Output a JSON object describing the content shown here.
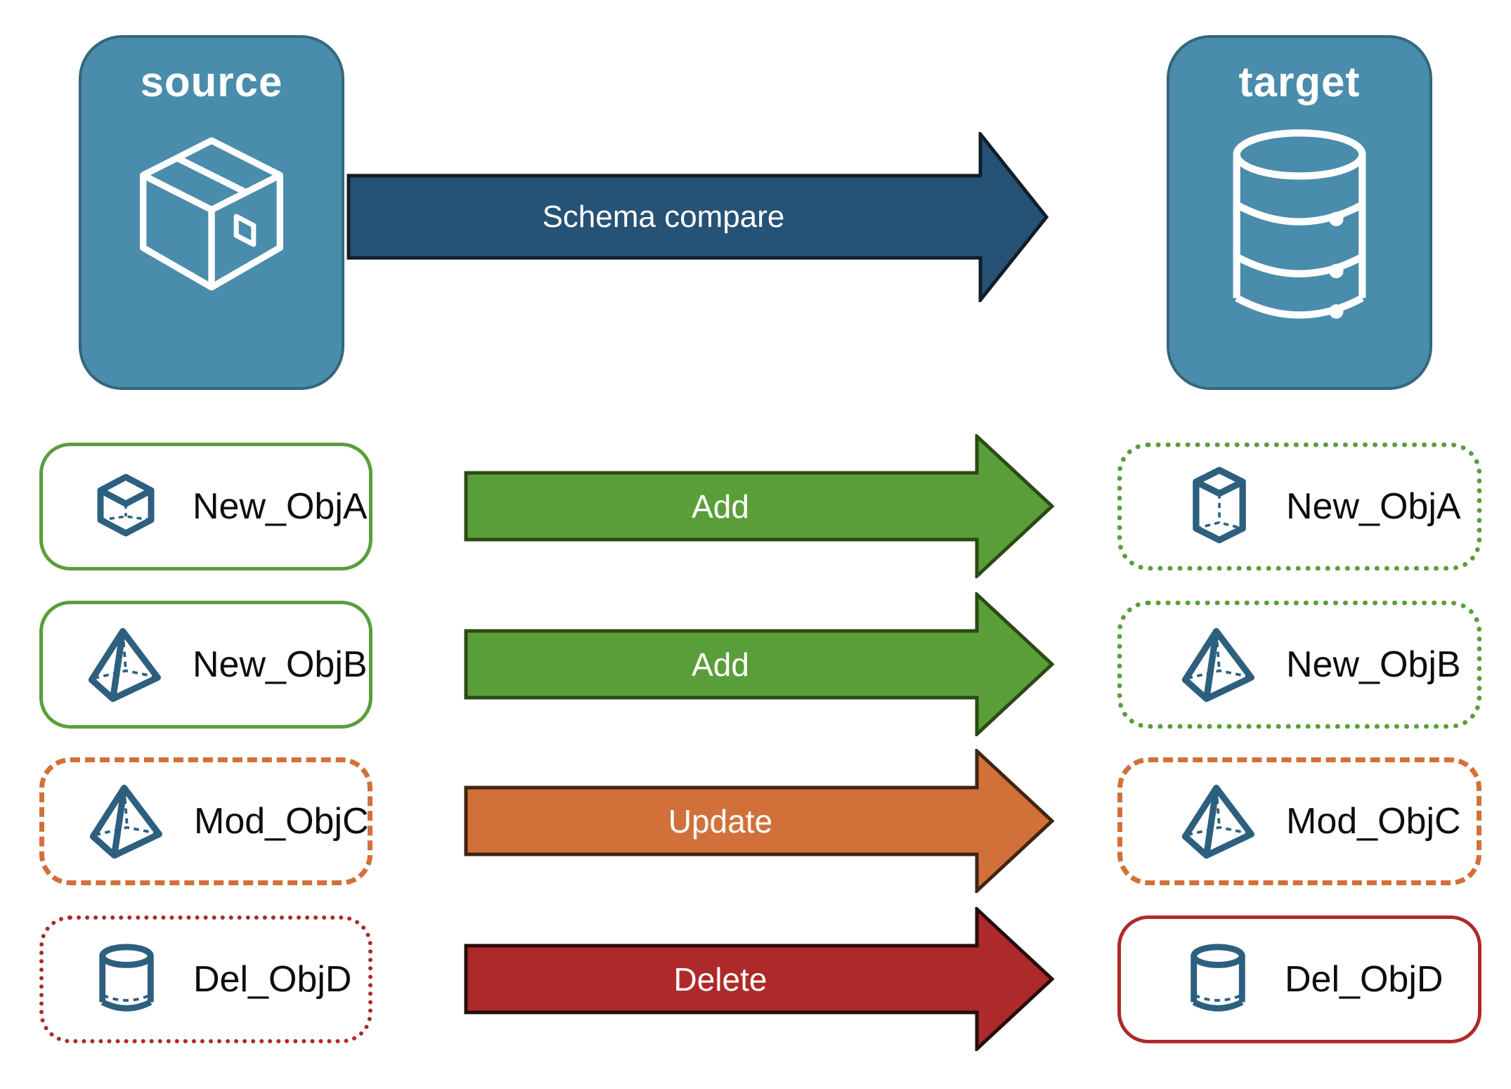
{
  "nodes": {
    "source": {
      "label": "source",
      "icon": "package-icon"
    },
    "target": {
      "label": "target",
      "icon": "database-icon"
    }
  },
  "compare_arrow": {
    "label": "Schema compare"
  },
  "rows": [
    {
      "action": "Add",
      "left": {
        "label": "New_ObjA",
        "icon": "cube-icon",
        "border": "green-solid"
      },
      "right": {
        "label": "New_ObjA",
        "icon": "cuboid-icon",
        "border": "green-dotted"
      }
    },
    {
      "action": "Add",
      "left": {
        "label": "New_ObjB",
        "icon": "pyramid-icon",
        "border": "green-solid"
      },
      "right": {
        "label": "New_ObjB",
        "icon": "pyramid-icon",
        "border": "green-dotted"
      }
    },
    {
      "action": "Update",
      "left": {
        "label": "Mod_ObjC",
        "icon": "pyramid-icon",
        "border": "orange-dashed"
      },
      "right": {
        "label": "Mod_ObjC",
        "icon": "pyramid-icon",
        "border": "orange-dashed"
      }
    },
    {
      "action": "Delete",
      "left": {
        "label": "Del_ObjD",
        "icon": "cylinder-icon",
        "border": "red-dotted"
      },
      "right": {
        "label": "Del_ObjD",
        "icon": "cylinder-icon",
        "border": "red-solid"
      }
    }
  ],
  "colors": {
    "node_fill": "#4a8cab",
    "node_border": "#33677c",
    "compare_arrow_fill": "#265275",
    "add_arrow_fill": "#5a9e3a",
    "update_arrow_fill": "#d2703a",
    "delete_arrow_fill": "#ae2929",
    "object_icon_stroke": "#2d5f7f"
  }
}
